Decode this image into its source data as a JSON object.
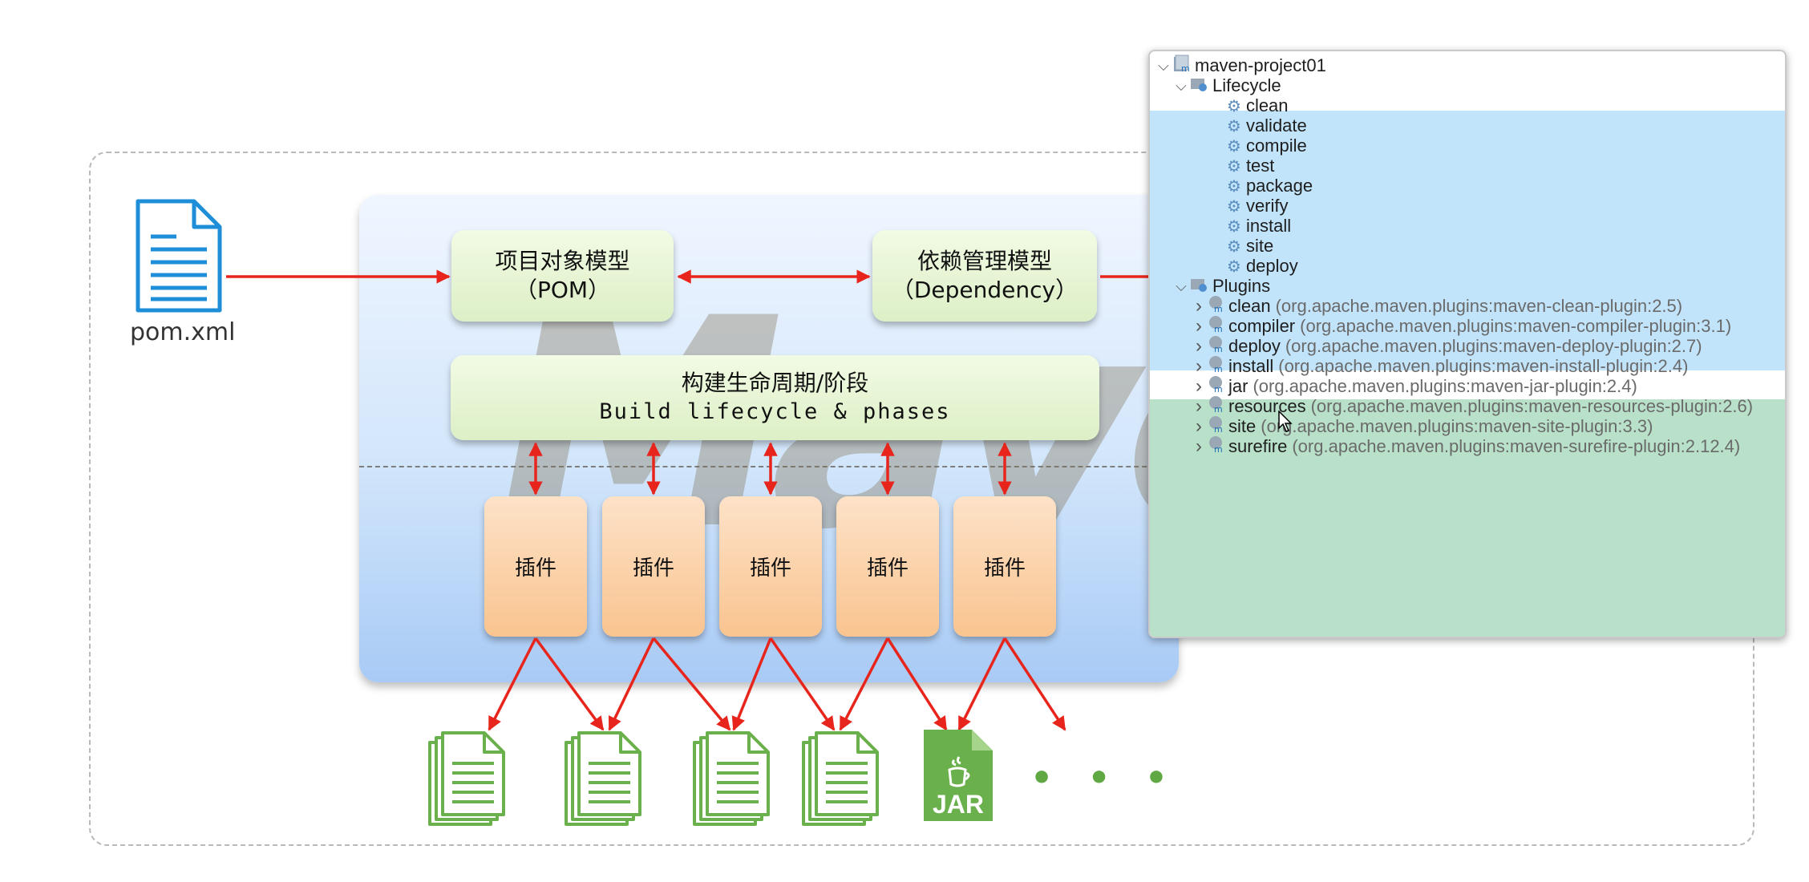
{
  "diagram": {
    "pom_file_label": "pom.xml",
    "pom_model": {
      "line1": "项目对象模型",
      "line2": "（POM）"
    },
    "dependency_model": {
      "line1": "依赖管理模型",
      "line2": "（Dependency）"
    },
    "lifecycle": {
      "line1": "构建生命周期/阶段",
      "line2": "Build lifecycle & phases"
    },
    "watermark": "Maven",
    "plugins": [
      "插件",
      "插件",
      "插件",
      "插件",
      "插件"
    ],
    "jar_label": "JAR",
    "ellipsis": "• • •",
    "colors": {
      "arrow": "#e8251c",
      "doc_blue": "#1e8ed8",
      "doc_green": "#6ab04c"
    }
  },
  "ide_tree": {
    "project": "maven-project01",
    "lifecycle_label": "Lifecycle",
    "phases": [
      "clean",
      "validate",
      "compile",
      "test",
      "package",
      "verify",
      "install",
      "site",
      "deploy"
    ],
    "plugins_label": "Plugins",
    "plugins": [
      {
        "name": "clean",
        "coord": "(org.apache.maven.plugins:maven-clean-plugin:2.5)"
      },
      {
        "name": "compiler",
        "coord": "(org.apache.maven.plugins:maven-compiler-plugin:3.1)"
      },
      {
        "name": "deploy",
        "coord": "(org.apache.maven.plugins:maven-deploy-plugin:2.7)"
      },
      {
        "name": "install",
        "coord": "(org.apache.maven.plugins:maven-install-plugin:2.4)"
      },
      {
        "name": "jar",
        "coord": "(org.apache.maven.plugins:maven-jar-plugin:2.4)"
      },
      {
        "name": "resources",
        "coord": "(org.apache.maven.plugins:maven-resources-plugin:2.6)"
      },
      {
        "name": "site",
        "coord": "(org.apache.maven.plugins:maven-site-plugin:3.3)"
      },
      {
        "name": "surefire",
        "coord": "(org.apache.maven.plugins:maven-surefire-plugin:2.12.4)"
      }
    ],
    "colors": {
      "lifecycle_bg": "#c2e4fb",
      "plugins_bg": "#b9e1c9",
      "gear": "#5c8fbf"
    }
  }
}
